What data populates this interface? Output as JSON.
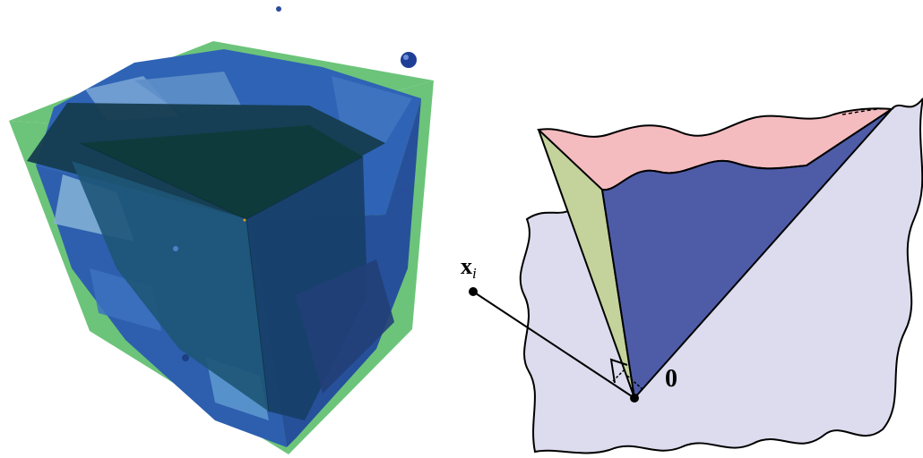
{
  "labels": {
    "point": "x",
    "point_subscript": "i",
    "origin": "0"
  },
  "colors": {
    "cube_green": "#6cc47a",
    "cube_blue": "#2f5fb0",
    "cube_dark": "#123a4a",
    "plane_fill": "#dcdcee",
    "cone_blue": "#4e5ca8",
    "cone_green": "#c3d39b",
    "cone_pink": "#f5bcc0",
    "stroke": "#000000"
  }
}
